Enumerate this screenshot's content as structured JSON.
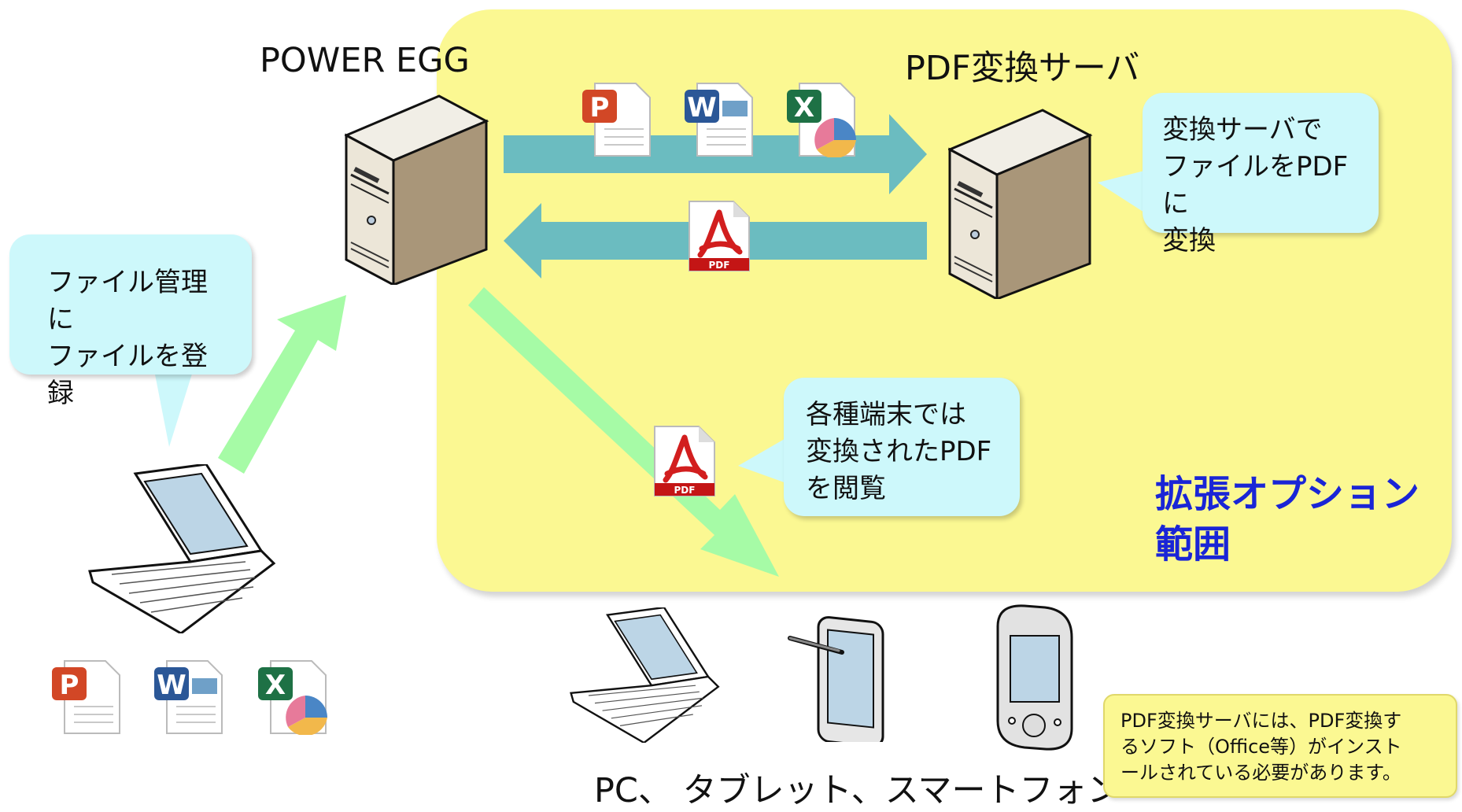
{
  "labels": {
    "power_egg": "POWER EGG",
    "pdf_server": "PDF変換サーバ",
    "devices": "PC、 タブレット、スマートフォン"
  },
  "bubbles": {
    "register": "ファイル管理に\nファイルを登録",
    "convert": "変換サーバで\nファイルをPDFに\n変換",
    "view": "各種端末では\n変換されたPDF\nを閲覧"
  },
  "extension_scope": "拡張オプション\n範囲",
  "note": "PDF変換サーバには、PDF変換す\nるソフト（Office等）がインスト\nールされている必要があります。",
  "icon_text": {
    "pdf": "PDF",
    "powerpoint": "P",
    "word": "W",
    "excel": "X"
  },
  "colors": {
    "region": "#fbf892",
    "bubble": "#cdf8fb",
    "teal_arrow": "#6bbcc0",
    "green_arrow": "#a6fba6",
    "scope_text": "#1a25d6"
  },
  "icons": [
    "server-icon",
    "laptop-icon",
    "tablet-icon",
    "smartphone-icon",
    "powerpoint-file-icon",
    "word-file-icon",
    "excel-file-icon",
    "pdf-file-icon"
  ]
}
